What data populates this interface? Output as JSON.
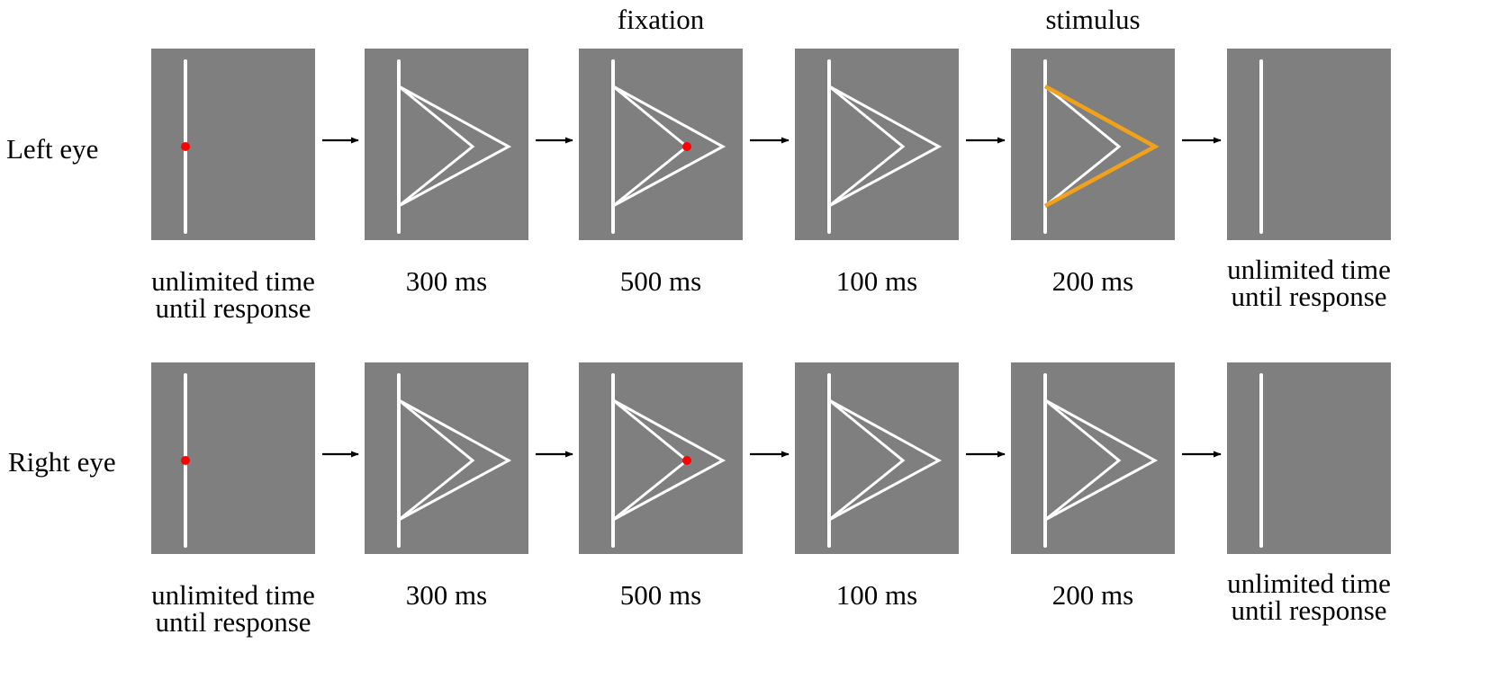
{
  "colors": {
    "background": "#ffffff",
    "panel": "#7f7f7f",
    "line": "#ffffff",
    "fixation_dot": "#ff0000",
    "stimulus_highlight": "#f2a21a",
    "arrow": "#000000"
  },
  "phase_labels": [
    {
      "column": 2,
      "text": "fixation"
    },
    {
      "column": 4,
      "text": "stimulus"
    }
  ],
  "rows": [
    {
      "label": "Left eye",
      "panels": [
        {
          "content": "vertical-line-with-dot",
          "duration_lines": [
            "unlimited time",
            "until response"
          ]
        },
        {
          "content": "line-with-chevrons",
          "duration_lines": [
            "300 ms"
          ]
        },
        {
          "content": "line-with-chevrons-and-dot",
          "duration_lines": [
            "500 ms"
          ]
        },
        {
          "content": "line-with-chevrons",
          "duration_lines": [
            "100 ms"
          ]
        },
        {
          "content": "line-with-highlighted-chevron",
          "duration_lines": [
            "200 ms"
          ]
        },
        {
          "content": "vertical-line",
          "duration_lines": [
            "unlimited time",
            "until response"
          ]
        }
      ]
    },
    {
      "label": "Right eye",
      "panels": [
        {
          "content": "vertical-line-with-dot",
          "duration_lines": [
            "unlimited time",
            "until response"
          ]
        },
        {
          "content": "line-with-chevrons",
          "duration_lines": [
            "300 ms"
          ]
        },
        {
          "content": "line-with-chevrons-and-dot",
          "duration_lines": [
            "500 ms"
          ]
        },
        {
          "content": "line-with-chevrons",
          "duration_lines": [
            "100 ms"
          ]
        },
        {
          "content": "line-with-chevrons",
          "duration_lines": [
            "200 ms"
          ]
        },
        {
          "content": "vertical-line",
          "duration_lines": [
            "unlimited time",
            "until response"
          ]
        }
      ]
    }
  ]
}
